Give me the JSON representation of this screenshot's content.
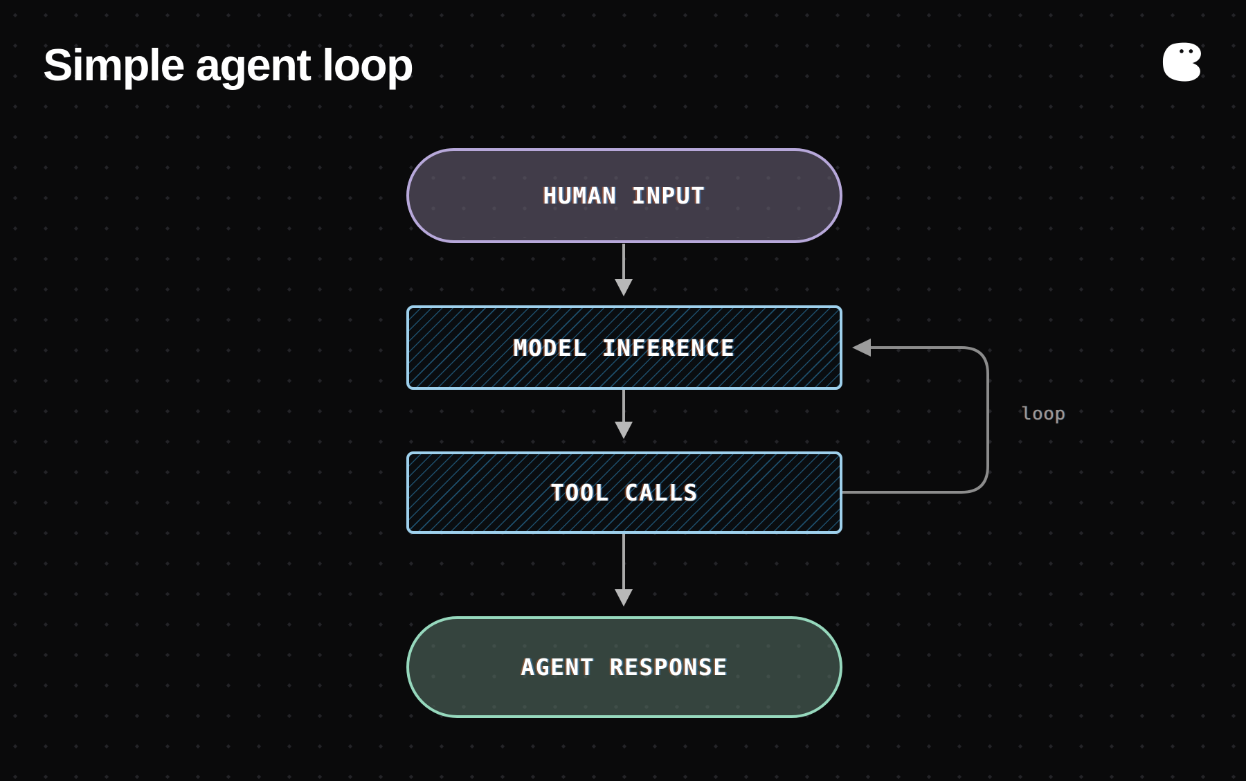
{
  "page": {
    "title": "Simple agent loop",
    "background_color": "#0a0a0b",
    "dot_grid_color": "#242428"
  },
  "logo": {
    "name": "claude-mascot",
    "color": "#ffffff"
  },
  "diagram": {
    "nodes": [
      {
        "id": "human-input",
        "label": "HUMAN INPUT",
        "shape": "pill",
        "border_color": "#b7a8da",
        "fill_color": "#413c49"
      },
      {
        "id": "model-inference",
        "label": "MODEL INFERENCE",
        "shape": "hatched-rect",
        "border_color": "#9ed0ec",
        "fill_color": "#0a0d10",
        "hatch_color": "#1d4e6b"
      },
      {
        "id": "tool-calls",
        "label": "TOOL CALLS",
        "shape": "hatched-rect",
        "border_color": "#9ed0ec",
        "fill_color": "#0a0d10",
        "hatch_color": "#1d4e6b"
      },
      {
        "id": "agent-response",
        "label": "AGENT RESPONSE",
        "shape": "pill",
        "border_color": "#96d8bd",
        "fill_color": "#35443e"
      }
    ],
    "edges": [
      {
        "from": "human-input",
        "to": "model-inference"
      },
      {
        "from": "model-inference",
        "to": "tool-calls"
      },
      {
        "from": "tool-calls",
        "to": "agent-response"
      },
      {
        "from": "tool-calls",
        "to": "model-inference",
        "label": "loop"
      }
    ],
    "loop_label": "loop",
    "label_text_color": "#ffffff",
    "loop_label_color": "#9a9a9a",
    "arrow_color": "#a9a9a9",
    "loop_arrow_color": "#8c8c8c"
  }
}
